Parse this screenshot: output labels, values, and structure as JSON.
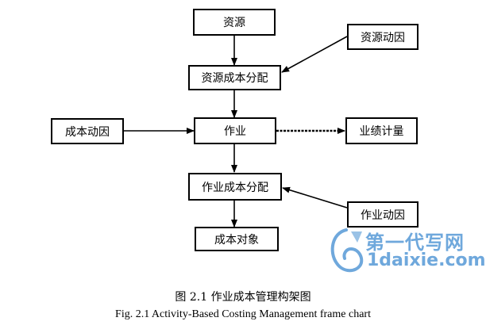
{
  "nodes": {
    "resource": "资源",
    "resource_driver": "资源动因",
    "resource_cost_allocation": "资源成本分配",
    "cost_driver": "成本动因",
    "activity": "作业",
    "performance_measurement": "业绩计量",
    "activity_cost_allocation": "作业成本分配",
    "activity_driver": "作业动因",
    "cost_object": "成本对象"
  },
  "caption": {
    "chinese": "图 2.1  作业成本管理构架图",
    "english": "Fig. 2.1 Activity-Based Costing Management frame chart"
  },
  "watermark": {
    "chinese": "第一代写网",
    "english": "1daixie.com"
  }
}
